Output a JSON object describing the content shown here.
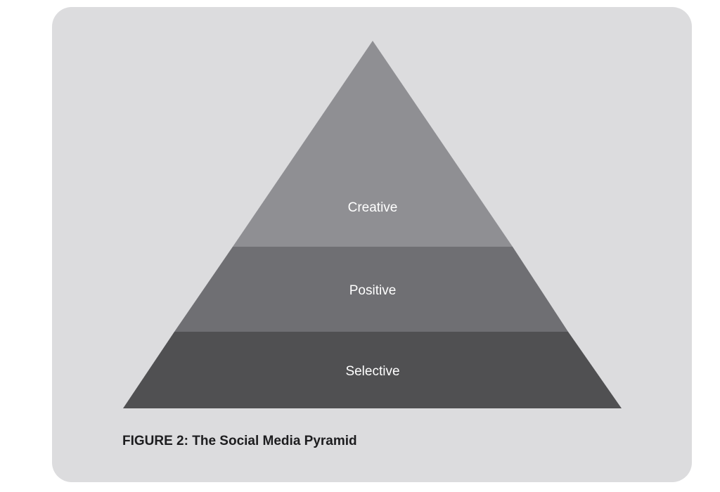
{
  "pyramid": {
    "layers": [
      {
        "label": "Creative",
        "color": "#8f8f93"
      },
      {
        "label": "Positive",
        "color": "#6f6f73"
      },
      {
        "label": "Selective",
        "color": "#505052"
      }
    ]
  },
  "caption": "FIGURE 2: The Social Media Pyramid"
}
